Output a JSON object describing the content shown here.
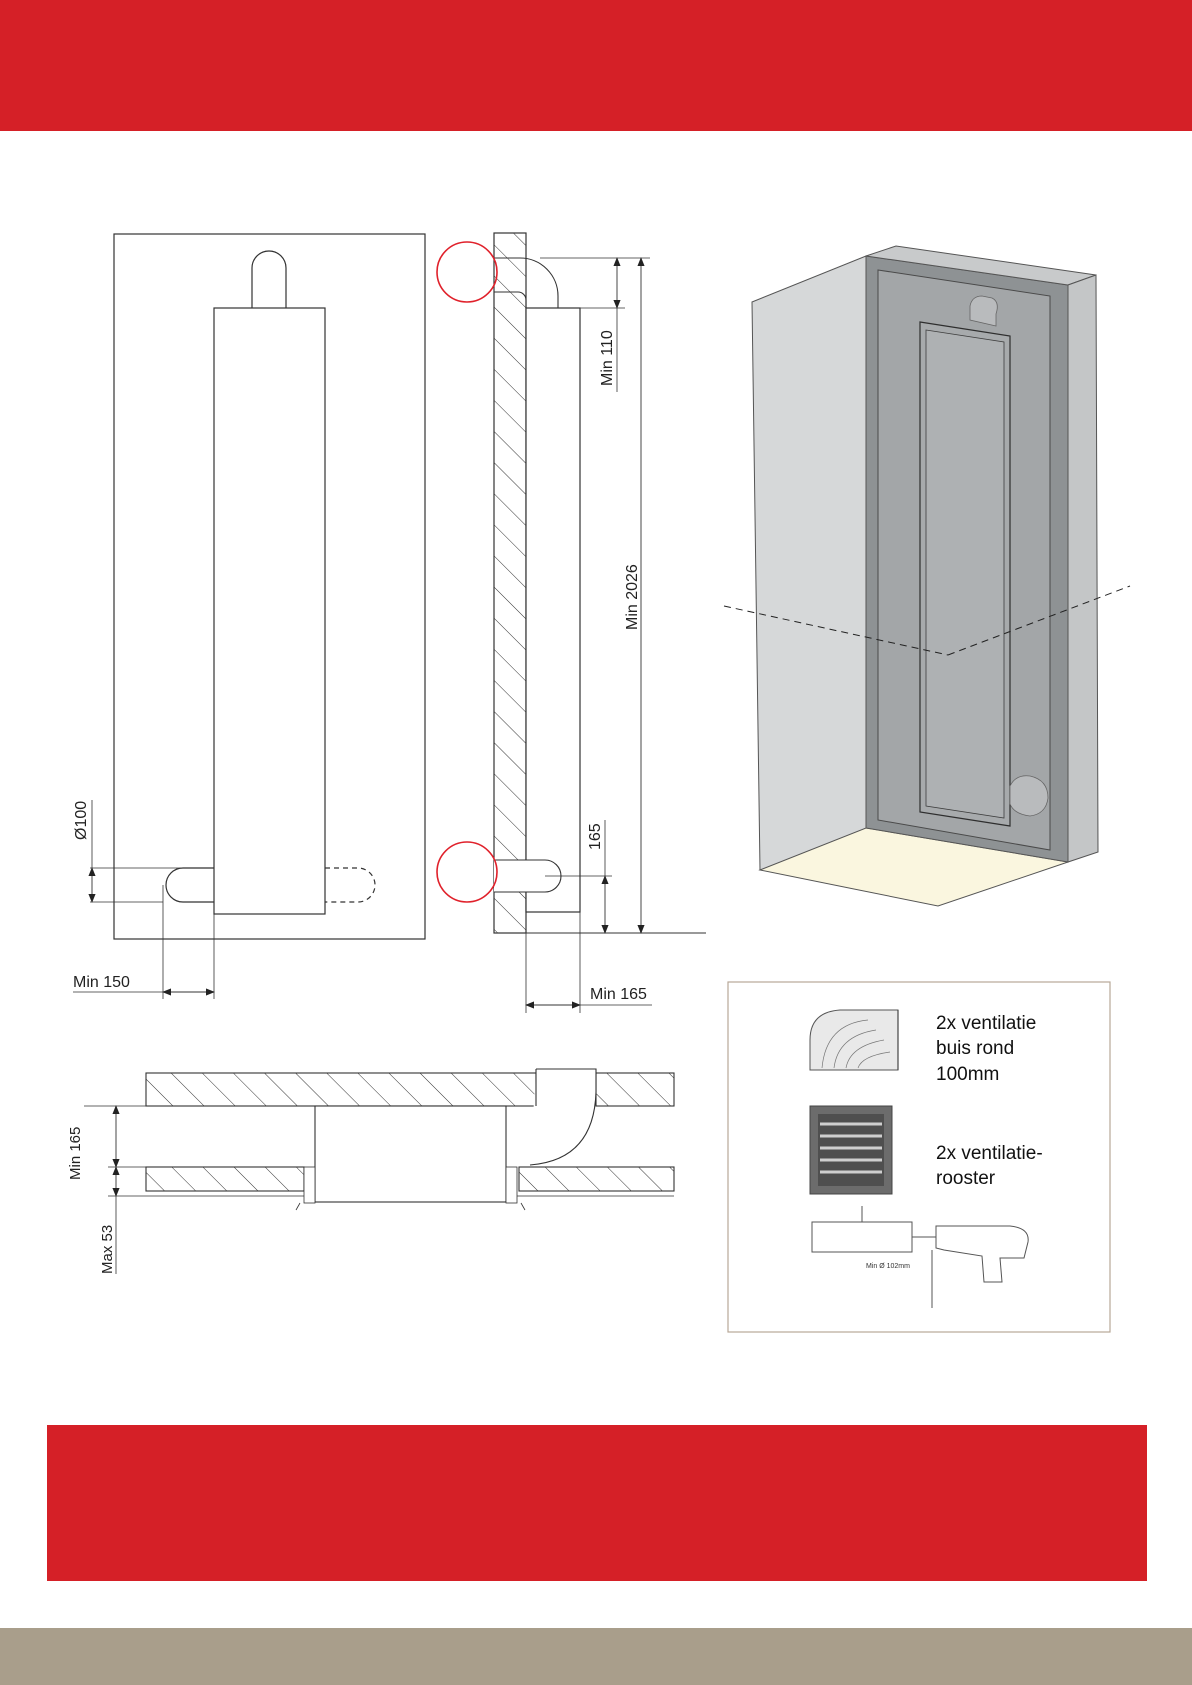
{
  "colors": {
    "brand_red": "#d52027",
    "footer_taupe": "#a99e8b",
    "highlight_circle": "#e0212b",
    "legend_border": "#b8a898"
  },
  "front_view": {
    "diameter_label": "Ø100",
    "min_offset_label": "Min 150"
  },
  "side_view": {
    "top_label": "Min 110",
    "height_label": "Min 2026",
    "bottom_label": "165",
    "depth_label": "Min 165"
  },
  "section_view": {
    "depth_label": "Min 165",
    "panel_label": "Max 53"
  },
  "legend": {
    "duct_text": [
      "2x ventilatie",
      "buis rond",
      "100mm"
    ],
    "grille_text": [
      "2x ventilatie-",
      "rooster"
    ],
    "drill_label": "Min Ø 102mm"
  },
  "icons": {
    "duct": "elbow-duct-icon",
    "grille": "ventilation-grille-icon",
    "drill": "drill-icon"
  }
}
